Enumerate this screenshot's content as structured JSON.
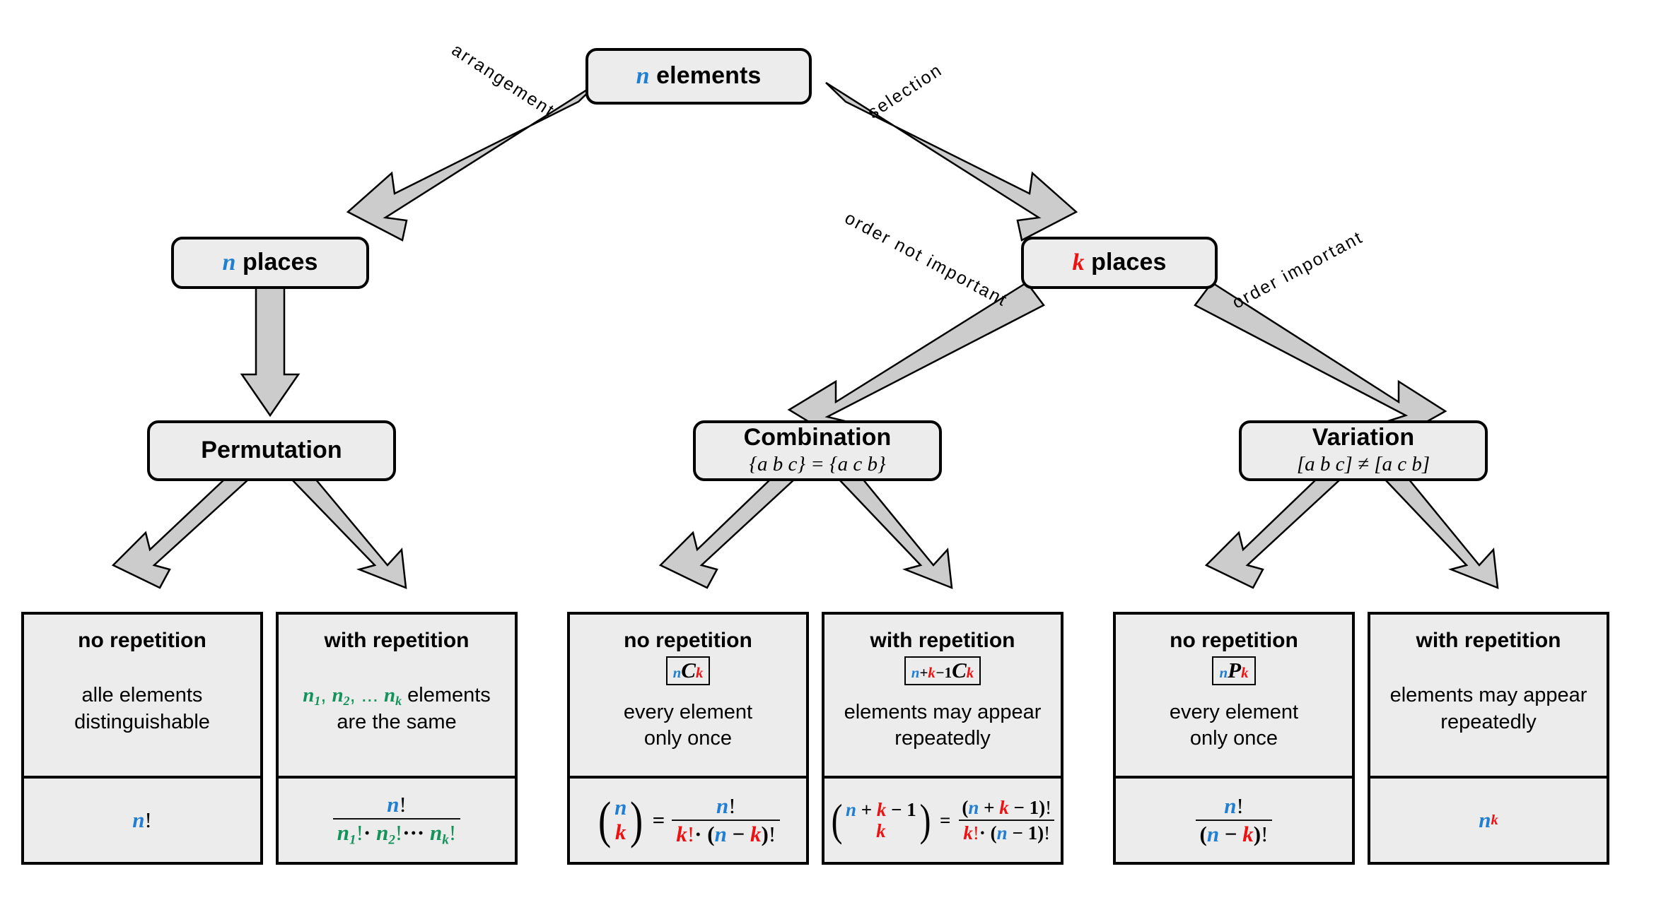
{
  "diagram": {
    "title": "Combinatorics decision tree",
    "colors": {
      "n_color": "#1f7fd4",
      "k_color": "#ee1111",
      "green": "#12935a",
      "node_fill": "#ececec",
      "arrow_fill": "#cccccc",
      "outline": "#000000"
    }
  },
  "nodes": {
    "root": {
      "label_n": "n",
      "label_text": " elements"
    },
    "n_places": {
      "label_n": "n",
      "label_text": " places"
    },
    "k_places": {
      "label_k": "k",
      "label_text": " places"
    },
    "permutation": {
      "title": "Permutation",
      "sub": ""
    },
    "combination": {
      "title": "Combination",
      "sub": "{a b c} = {a c b}"
    },
    "variation": {
      "title": "Variation",
      "sub": "[a b c] ≠ [a c b]"
    }
  },
  "edges": [
    {
      "name": "arrangement",
      "label": "arrangement"
    },
    {
      "name": "selection",
      "label": "selection"
    },
    {
      "name": "order-not-important",
      "label": "order not important"
    },
    {
      "name": "order-important",
      "label": "order important"
    }
  ],
  "cards": [
    {
      "id": "permutation-no-repetition",
      "head": "no repetition",
      "notation": "",
      "desc_line1": "alle elements",
      "desc_line2": "distinguishable",
      "formula": "n!"
    },
    {
      "id": "permutation-with-repetition",
      "head": "with repetition",
      "notation": "",
      "desc_line1": "n1, n2, ... nk elements",
      "desc_line2": "are the same",
      "formula": "n! / (n1! · n2! ··· nk!)"
    },
    {
      "id": "combination-no-repetition",
      "head": "no repetition",
      "notation": "nCk",
      "desc_line1": "every element",
      "desc_line2": "only once",
      "formula": "(n over k) = n! / (k! · (n − k)!)"
    },
    {
      "id": "combination-with-repetition",
      "head": "with repetition",
      "notation": "n+k−1Ck",
      "desc_line1": "elements may appear",
      "desc_line2": "repeatedly",
      "formula": "(n + k − 1 over k) = (n + k − 1)! / (k! · (n − 1)!)"
    },
    {
      "id": "variation-no-repetition",
      "head": "no repetition",
      "notation": "nPk",
      "desc_line1": "every element",
      "desc_line2": "only once",
      "formula": "n! / (n − k)!"
    },
    {
      "id": "variation-with-repetition",
      "head": "with repetition",
      "notation": "",
      "desc_line1": "elements may appear",
      "desc_line2": "repeatedly",
      "formula": "n^k"
    }
  ],
  "symbols": {
    "n": "n",
    "k": "k",
    "C": "C",
    "P": "P",
    "fact": "!",
    "plus": "+",
    "minus": "−",
    "one": "1",
    "dot": "·",
    "ellipsis": "···",
    "comma": ",",
    "dots": "...",
    "eq": "=",
    "n1": "n",
    "n2": "n",
    "nk": "n",
    "s1": "1",
    "s2": "2",
    "sk": "k",
    "elements_word": "elements"
  }
}
